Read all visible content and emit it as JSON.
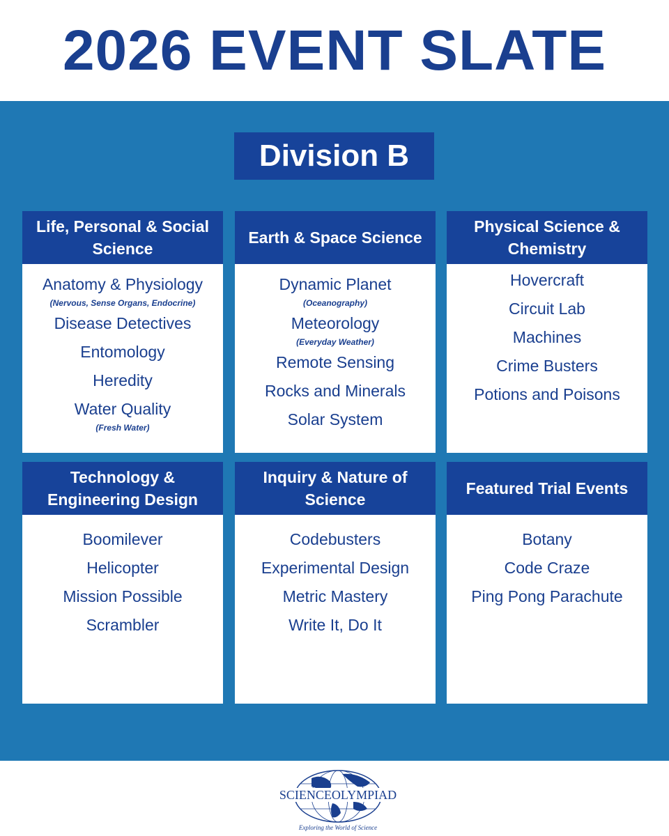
{
  "title": "2026 EVENT SLATE",
  "division": "Division B",
  "categories": [
    {
      "header": "Life, Personal & Social Science",
      "events": [
        {
          "name": "Anatomy & Physiology",
          "note": "(Nervous, Sense Organs, Endocrine)"
        },
        {
          "name": "Disease Detectives",
          "note": ""
        },
        {
          "name": "Entomology",
          "note": ""
        },
        {
          "name": "Heredity",
          "note": ""
        },
        {
          "name": "Water Quality",
          "note": "(Fresh Water)"
        }
      ]
    },
    {
      "header": "Earth & Space Science",
      "events": [
        {
          "name": "Dynamic Planet",
          "note": "(Oceanography)"
        },
        {
          "name": "Meteorology",
          "note": "(Everyday Weather)"
        },
        {
          "name": "Remote Sensing",
          "note": ""
        },
        {
          "name": "Rocks and Minerals",
          "note": ""
        },
        {
          "name": "Solar System",
          "note": ""
        }
      ]
    },
    {
      "header": "Physical Science & Chemistry",
      "events": [
        {
          "name": "Hovercraft",
          "note": ""
        },
        {
          "name": "Circuit Lab",
          "note": ""
        },
        {
          "name": "Machines",
          "note": ""
        },
        {
          "name": "Crime Busters",
          "note": ""
        },
        {
          "name": "Potions and Poisons",
          "note": ""
        }
      ]
    },
    {
      "header": "Technology & Engineering Design",
      "events": [
        {
          "name": "Boomilever",
          "note": ""
        },
        {
          "name": "Helicopter",
          "note": ""
        },
        {
          "name": "Mission Possible",
          "note": ""
        },
        {
          "name": "Scrambler",
          "note": ""
        }
      ]
    },
    {
      "header": "Inquiry & Nature of Science",
      "events": [
        {
          "name": "Codebusters",
          "note": ""
        },
        {
          "name": "Experimental Design",
          "note": ""
        },
        {
          "name": "Metric Mastery",
          "note": ""
        },
        {
          "name": "Write It, Do It",
          "note": ""
        }
      ]
    },
    {
      "header": "Featured Trial Events",
      "events": [
        {
          "name": "Botany",
          "note": ""
        },
        {
          "name": "Code Craze",
          "note": ""
        },
        {
          "name": "Ping Pong Parachute",
          "note": ""
        }
      ]
    }
  ],
  "logo": {
    "text": "SCIENCEOLYMPIAD",
    "tagline": "Exploring the World of Science"
  },
  "colors": {
    "title": "#1a3f8f",
    "panel": "#1f78b4",
    "header": "#17439a"
  }
}
